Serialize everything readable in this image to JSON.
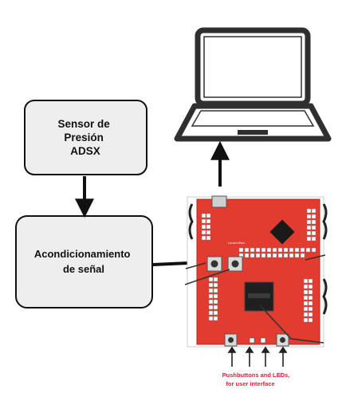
{
  "blocks": {
    "sensor": {
      "lines": [
        "Sensor de",
        "Presión",
        "ADSX"
      ]
    },
    "conditioning": {
      "lines": [
        "Acondicionamiento",
        "de señal"
      ]
    }
  },
  "board": {
    "brand": "LaunchPad",
    "caption_lines": [
      "Pushbuttons and LEDs,",
      "for user interface"
    ]
  },
  "colors": {
    "box_fill": "#eeeeee",
    "stroke": "#111111",
    "board_red": "#e23b30",
    "caption_red": "#e0203a"
  }
}
